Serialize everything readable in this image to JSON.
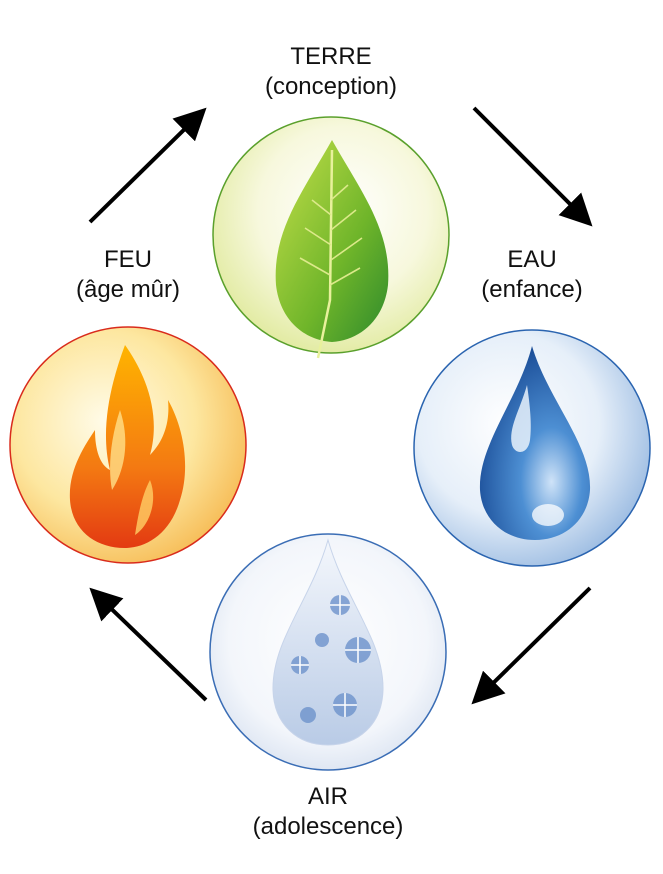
{
  "nodes": {
    "terre": {
      "name": "TERRE",
      "stage": "(conception)",
      "color": "#5aa02c",
      "icon": "leaf-icon"
    },
    "eau": {
      "name": "EAU",
      "stage": "(enfance)",
      "color": "#1f5fa8",
      "icon": "water-drop-icon"
    },
    "air": {
      "name": "AIR",
      "stage": "(adolescence)",
      "color": "#3a6db5",
      "icon": "snowflake-drop-icon"
    },
    "feu": {
      "name": "FEU",
      "stage": "(âge mûr)",
      "color": "#d92b1c",
      "icon": "flame-icon"
    }
  },
  "flow": [
    "terre",
    "eau",
    "air",
    "feu"
  ],
  "arrow_color": "#000000"
}
